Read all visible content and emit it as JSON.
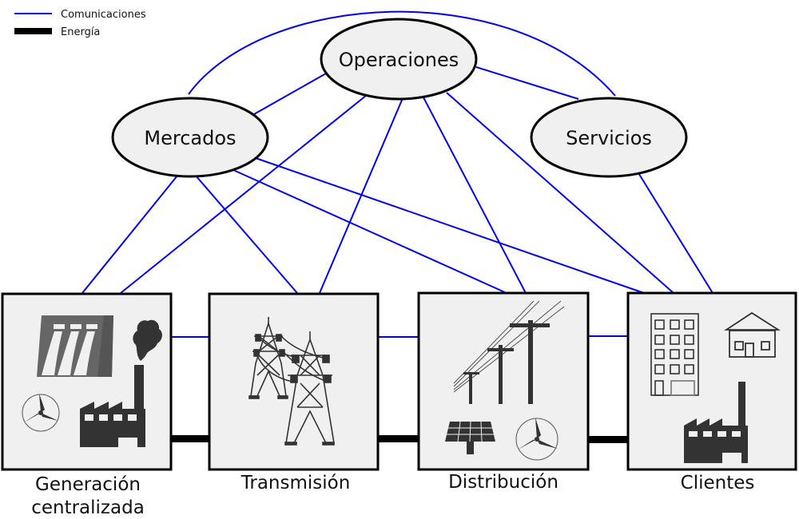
{
  "legend": {
    "items": [
      {
        "label": "Comunicaciones",
        "type": "communications",
        "color": "#0000ee"
      },
      {
        "label": "Energía",
        "type": "energy",
        "color": "#000000"
      }
    ]
  },
  "nodes": {
    "operaciones": {
      "label": "Operaciones"
    },
    "mercados": {
      "label": "Mercados"
    },
    "servicios": {
      "label": "Servicios"
    }
  },
  "boxes": [
    {
      "id": "generacion",
      "label_lines": [
        "Generación",
        "centralizada"
      ],
      "icons": [
        "hydro-dam-icon",
        "smoke-icon",
        "wind-turbine-icon",
        "factory-icon"
      ]
    },
    {
      "id": "transmision",
      "label_lines": [
        "Transmisión"
      ],
      "icons": [
        "transmission-tower-icon"
      ]
    },
    {
      "id": "distribucion",
      "label_lines": [
        "Distribución"
      ],
      "icons": [
        "utility-poles-icon",
        "solar-panel-icon",
        "wind-turbine-icon"
      ]
    },
    {
      "id": "clientes",
      "label_lines": [
        "Clientes"
      ],
      "icons": [
        "office-building-icon",
        "house-icon",
        "factory-icon"
      ]
    }
  ],
  "connections": {
    "communications": [
      [
        "mercados",
        "operaciones"
      ],
      [
        "mercados",
        "servicios"
      ],
      [
        "operaciones",
        "servicios"
      ],
      [
        "mercados",
        "generacion"
      ],
      [
        "mercados",
        "transmision"
      ],
      [
        "mercados",
        "distribucion"
      ],
      [
        "mercados",
        "clientes"
      ],
      [
        "operaciones",
        "generacion"
      ],
      [
        "operaciones",
        "transmision"
      ],
      [
        "operaciones",
        "distribucion"
      ],
      [
        "operaciones",
        "clientes"
      ],
      [
        "servicios",
        "clientes"
      ],
      [
        "generacion",
        "transmision"
      ],
      [
        "transmision",
        "distribucion"
      ],
      [
        "distribucion",
        "clientes"
      ]
    ],
    "energy": [
      [
        "generacion",
        "transmision"
      ],
      [
        "transmision",
        "distribucion"
      ],
      [
        "distribucion",
        "clientes"
      ]
    ]
  },
  "colors": {
    "comm": "#0000ee",
    "energy": "#000000",
    "fill": "#f0f0f0",
    "icon": "#333333"
  }
}
